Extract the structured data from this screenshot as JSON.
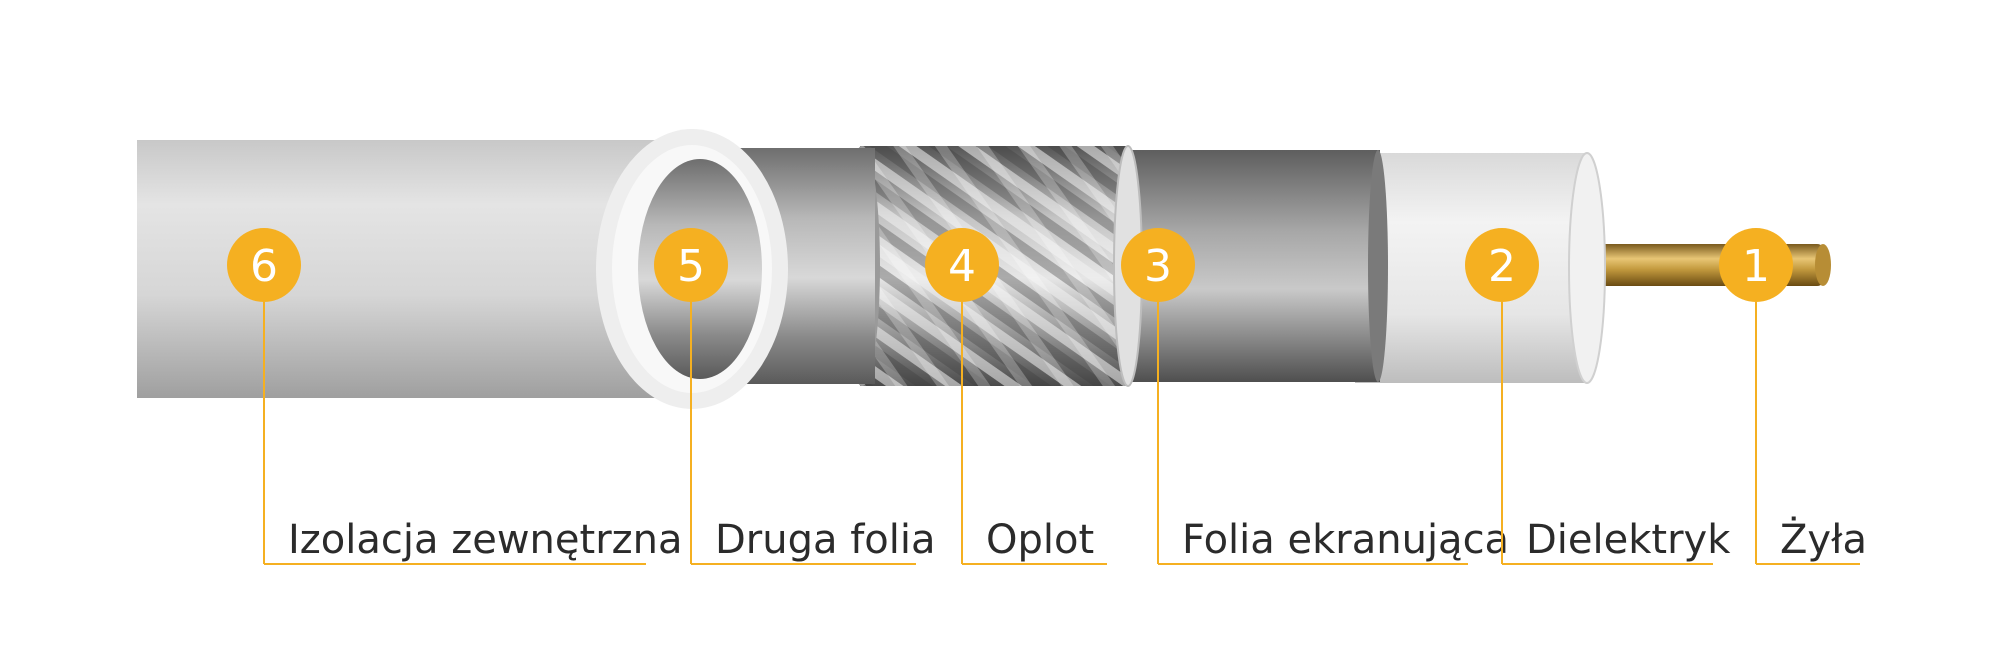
{
  "accent_color": "#f5b021",
  "callouts": [
    {
      "number": "6",
      "label": "Izolacja zewnętrzna"
    },
    {
      "number": "5",
      "label": "Druga folia"
    },
    {
      "number": "4",
      "label": "Oplot"
    },
    {
      "number": "3",
      "label": "Folia ekranująca"
    },
    {
      "number": "2",
      "label": "Dielektryk"
    },
    {
      "number": "1",
      "label": "Żyła"
    }
  ]
}
